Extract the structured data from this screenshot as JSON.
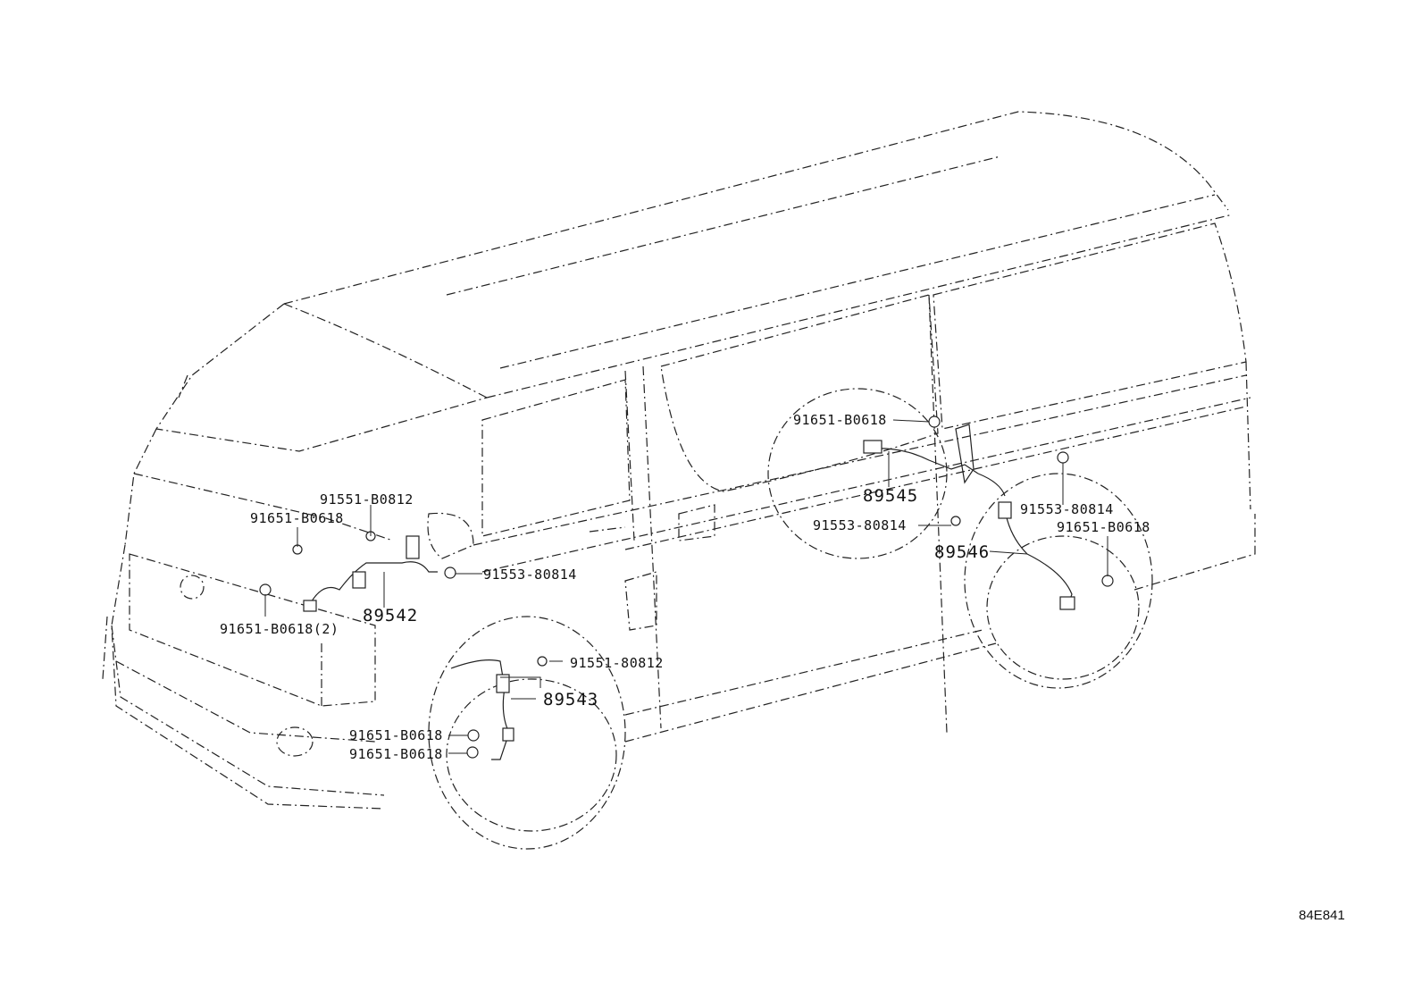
{
  "diagram_code": "84E841",
  "labels": {
    "l1": "91551-B0812",
    "l2": "91651-B0618",
    "l3": "91553-80814",
    "l4": "91651-B0618(2)",
    "l5": "89542",
    "l6": "91551-80812",
    "l7": "89543",
    "l8": "91651-B0618",
    "l9": "91651-B0618",
    "l10": "91651-B0618",
    "l11": "89545",
    "l12": "91553-80814",
    "l13": "89546",
    "l14": "91553-80814",
    "l15": "91651-B0618"
  }
}
